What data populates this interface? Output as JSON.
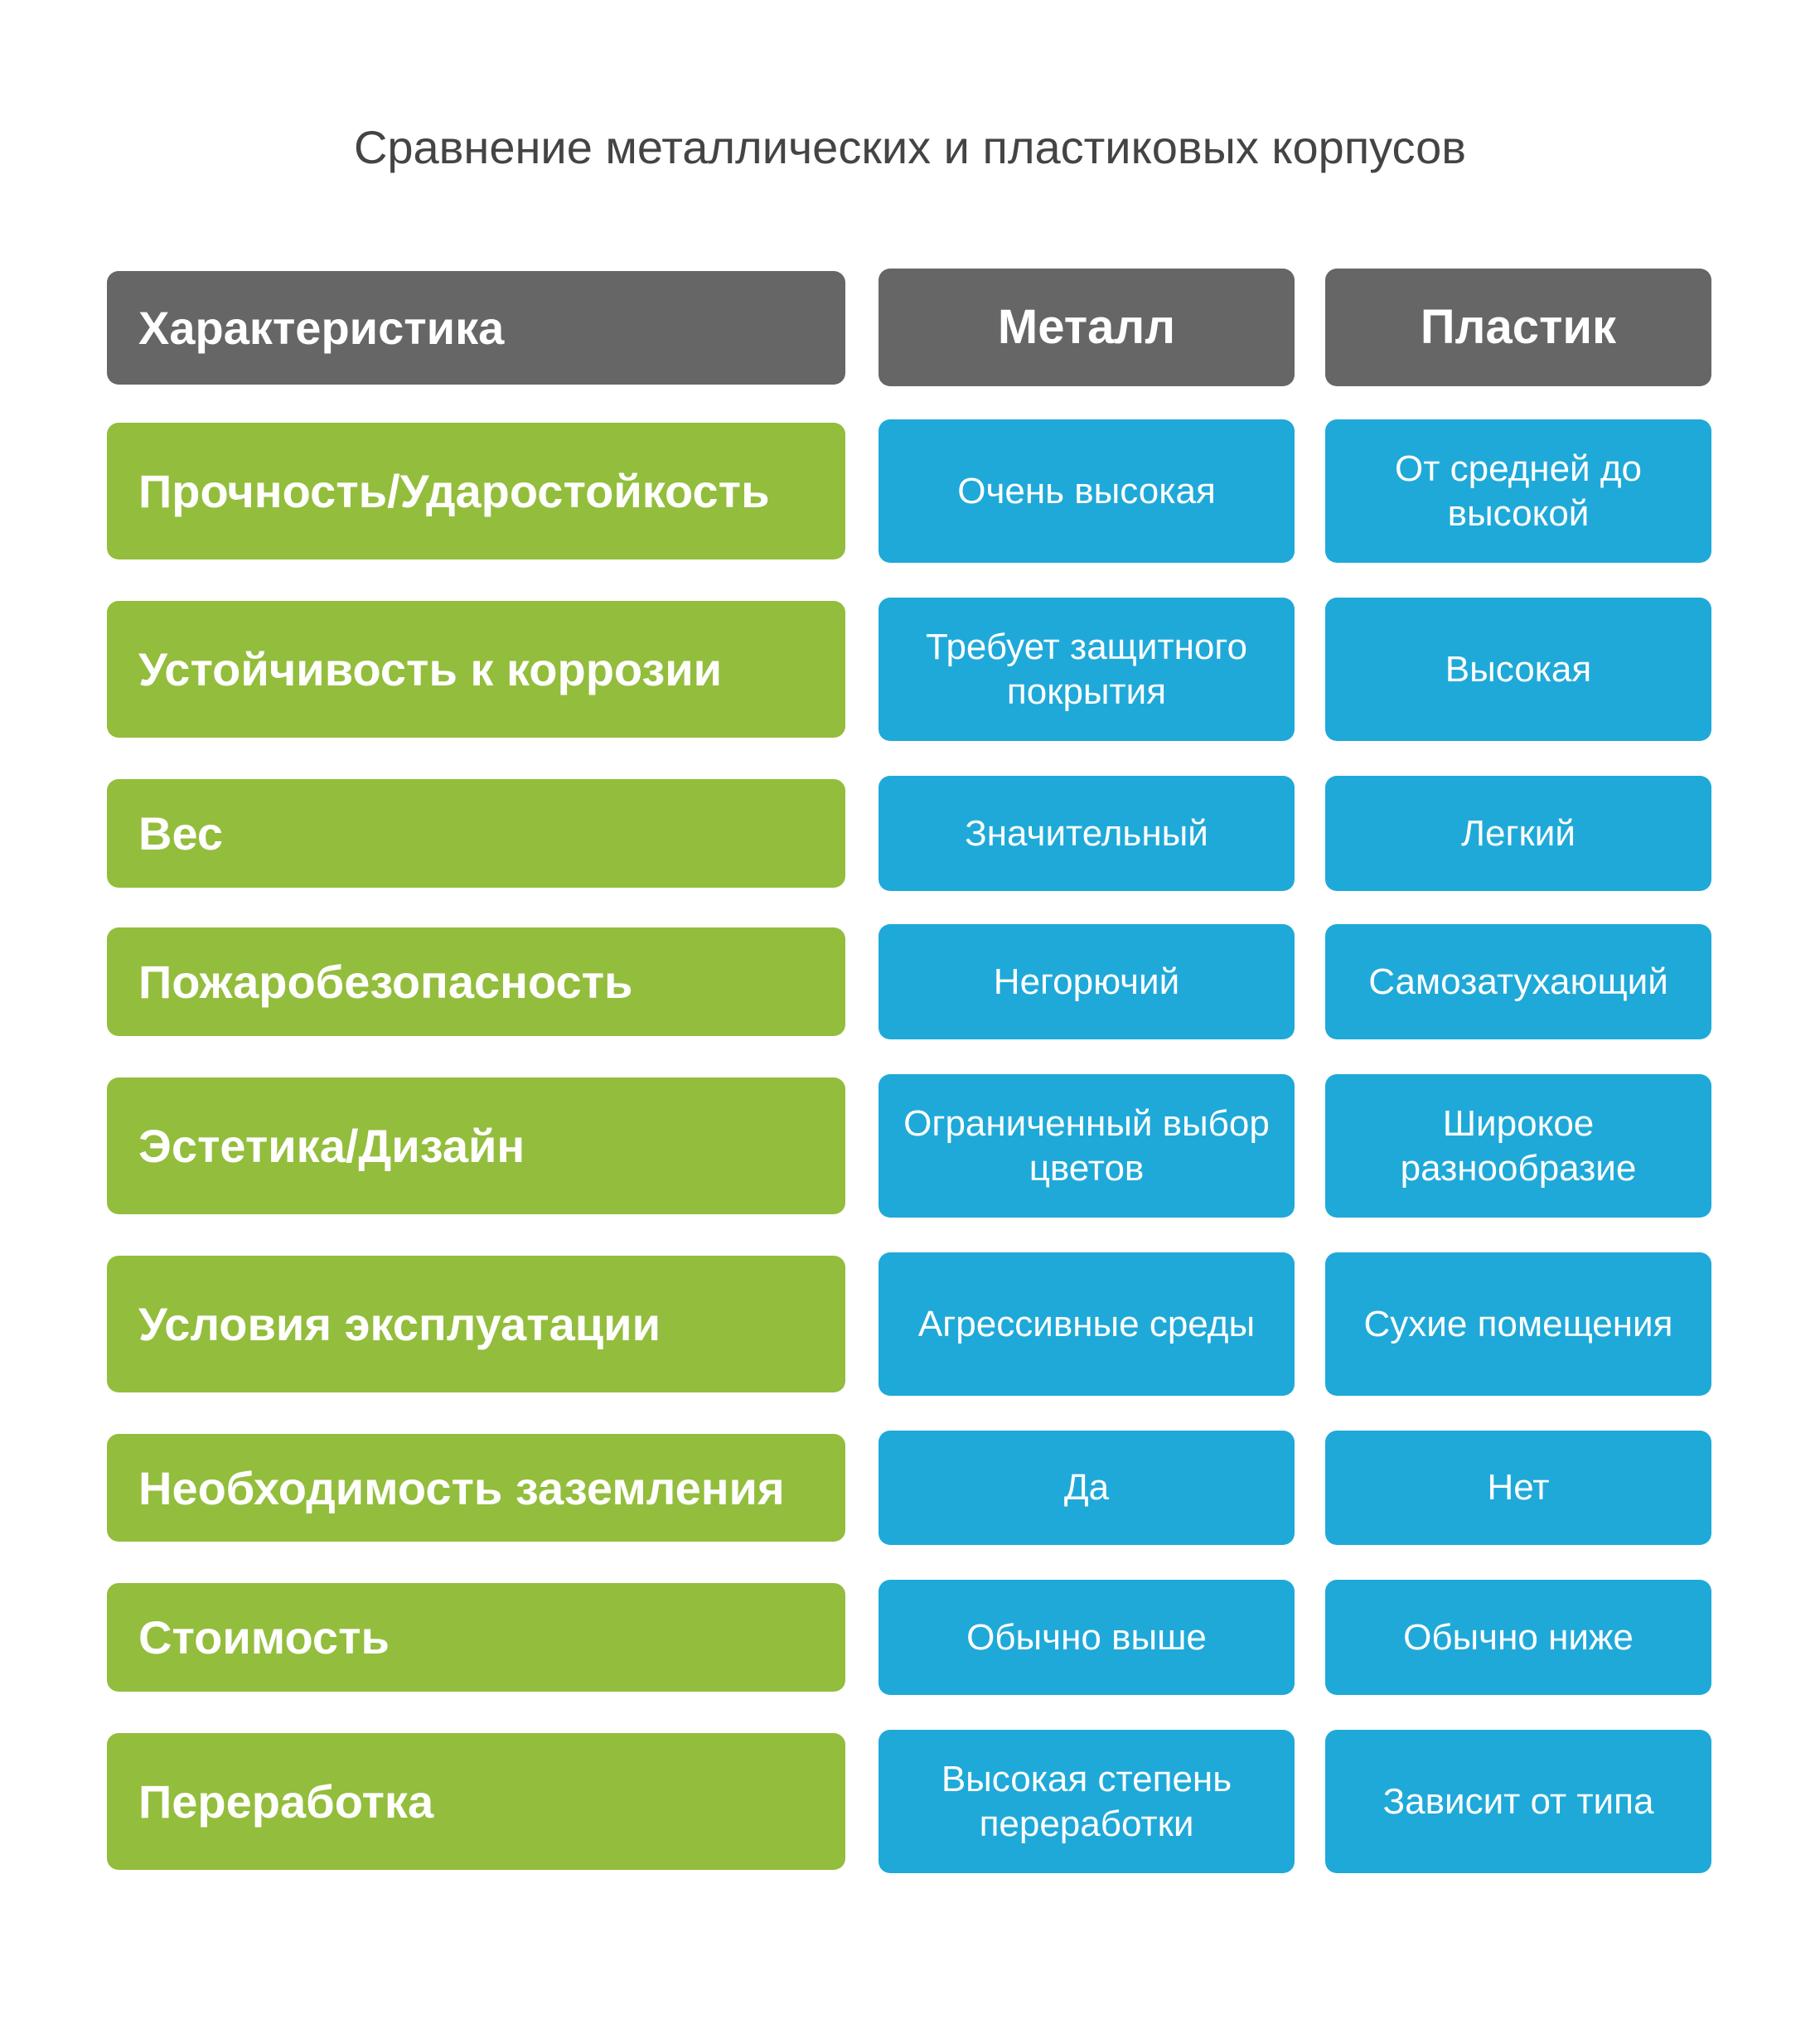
{
  "title": "Сравнение металлических и пластиковых корпусов",
  "colors": {
    "header": "#666666",
    "feature": "#93bd3c",
    "value": "#1fa9d9"
  },
  "header": {
    "feature": "Характеристика",
    "metal": "Металл",
    "plastic": "Пластик"
  },
  "rows": [
    {
      "feature": "Прочность/Ударостойкость",
      "metal": "Очень высокая",
      "plastic": "От средней до высокой"
    },
    {
      "feature": "Устойчивость к коррозии",
      "metal": "Требует защитного покрытия",
      "plastic": "Высокая"
    },
    {
      "feature": "Вес",
      "metal": "Значительный",
      "plastic": "Легкий"
    },
    {
      "feature": "Пожаробезопасность",
      "metal": "Негорючий",
      "plastic": "Самозатухающий"
    },
    {
      "feature": "Эстетика/Дизайн",
      "metal": "Ограниченный выбор цветов",
      "plastic": "Широкое разнообразие"
    },
    {
      "feature": "Условия эксплуатации",
      "metal": "Агрессивные среды",
      "plastic": "Сухие помещения"
    },
    {
      "feature": "Необходимость заземления",
      "metal": "Да",
      "plastic": "Нет"
    },
    {
      "feature": "Стоимость",
      "metal": "Обычно выше",
      "plastic": "Обычно ниже"
    },
    {
      "feature": "Переработка",
      "metal": "Высокая степень переработки",
      "plastic": "Зависит от типа"
    }
  ]
}
